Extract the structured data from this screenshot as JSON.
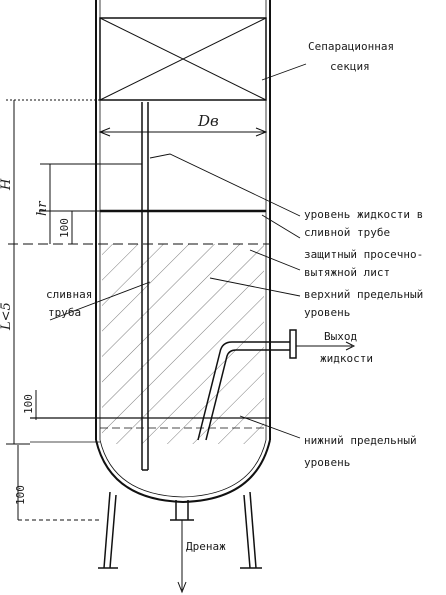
{
  "labels": {
    "separation_section_line1": "Сепарационная",
    "separation_section_line2": "секция",
    "diameter": "Dв",
    "height_H": "H",
    "height_hr": "hr",
    "dim_100_top": "100",
    "dim_100_lower": "100",
    "dim_100_bottom": "100",
    "dim_L": "L<5",
    "liquid_level_line1": "уровень жидкости в",
    "liquid_level_line2": "сливной трубе",
    "protective_sheet_line1": "защитный просечно-",
    "protective_sheet_line2": "вытяжной лист",
    "upper_limit_line1": "верхний предельный",
    "upper_limit_line2": "уровень",
    "drain_pipe_line1": "сливная",
    "drain_pipe_line2": "труба",
    "outlet_line1": "Выход",
    "outlet_line2": "жидкости",
    "lower_limit_line1": "нижний предельный",
    "lower_limit_line2": "уровень",
    "drainage": "Дренаж"
  }
}
